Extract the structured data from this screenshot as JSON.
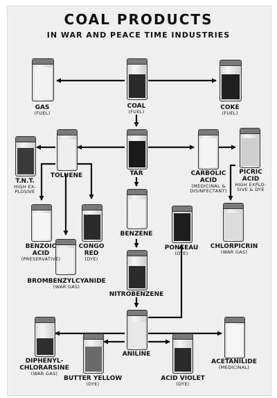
{
  "title": "COAL PRODUCTS",
  "subtitle": "IN WAR AND PEACE TIME INDUSTRIES",
  "products": {
    "gas": {
      "name": "GAS",
      "use": "(FUEL)"
    },
    "coal": {
      "name": "COAL",
      "use": "(FUEL)"
    },
    "coke": {
      "name": "COKE",
      "use": "(FUEL)"
    },
    "tnt": {
      "name": "T.N.T.",
      "use": "HIGH EX-\nPLOSIVE"
    },
    "toluene": {
      "name": "TOLUENE"
    },
    "tar": {
      "name": "TAR"
    },
    "carbolic": {
      "name": "CARBOLIC\nACID",
      "use": "(MEDICINAL &\nDISINFECTANT)"
    },
    "picric": {
      "name": "PICRIC\nACID",
      "use": "HIGH EXPLO-\nSIVE & DYE"
    },
    "benzoic": {
      "name": "BENZOIC\nACID",
      "use": "(PRESERVATIVE)"
    },
    "congo": {
      "name": "CONGO\nRED",
      "use": "(DYE)"
    },
    "benzene": {
      "name": "BENZENE"
    },
    "ponceau": {
      "name": "PONCEAU",
      "use": "(DYE)"
    },
    "chlorpicrin": {
      "name": "CHLORPICRIN",
      "use": "(WAR GAS)"
    },
    "brombenzyl": {
      "name": "BROMBENZYLCYANIDE",
      "use": "(WAR GAS)"
    },
    "nitrobenzene": {
      "name": "NITROBENZENE"
    },
    "diphenyl": {
      "name": "DIPHENYL-\nCHLORARSINE",
      "use": "(WAR GAS)"
    },
    "aniline": {
      "name": "ANILINE"
    },
    "acetanilide": {
      "name": "ACETANILIDE",
      "use": "(MEDICINAL)"
    },
    "butteryellow": {
      "name": "BUTTER YELLOW",
      "use": "(DYE)"
    },
    "acidviolet": {
      "name": "ACID VIOLET",
      "use": "(DYE)"
    }
  }
}
